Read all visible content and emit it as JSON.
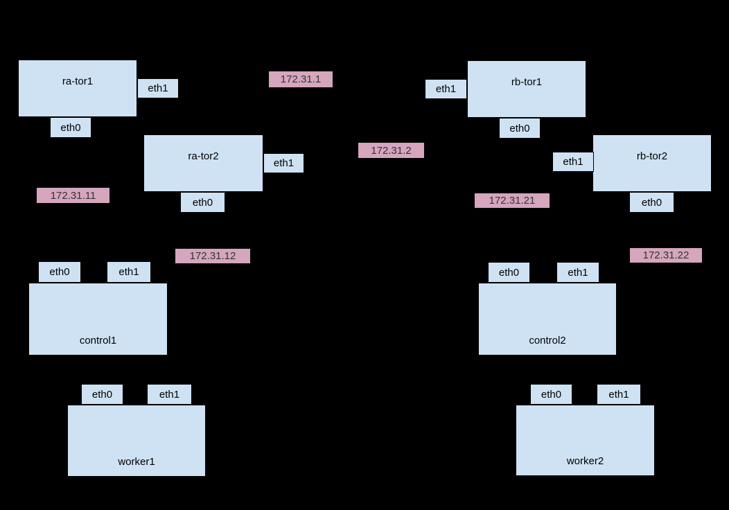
{
  "colors": {
    "background": "#000000",
    "node_fill": "#cfe2f3",
    "node_border": "#000000",
    "node_text": "#000000",
    "ip_fill": "#d5a6bd",
    "ip_text": "#333333"
  },
  "nodes": {
    "ra_tor1": {
      "label": "ra-tor1"
    },
    "ra_tor2": {
      "label": "ra-tor2"
    },
    "rb_tor1": {
      "label": "rb-tor1"
    },
    "rb_tor2": {
      "label": "rb-tor2"
    },
    "control1": {
      "label": "control1"
    },
    "control2": {
      "label": "control2"
    },
    "worker1": {
      "label": "worker1"
    },
    "worker2": {
      "label": "worker2"
    }
  },
  "ports": {
    "ra_tor1_eth0": "eth0",
    "ra_tor1_eth1": "eth1",
    "ra_tor2_eth0": "eth0",
    "ra_tor2_eth1": "eth1",
    "rb_tor1_eth0": "eth0",
    "rb_tor1_eth1": "eth1",
    "rb_tor2_eth0": "eth0",
    "rb_tor2_eth1": "eth1",
    "control1_eth0": "eth0",
    "control1_eth1": "eth1",
    "control2_eth0": "eth0",
    "control2_eth1": "eth1",
    "worker1_eth0": "eth0",
    "worker1_eth1": "eth1",
    "worker2_eth0": "eth0",
    "worker2_eth1": "eth1"
  },
  "ip_labels": {
    "ip_172_31_1": "172.31.1",
    "ip_172_31_2": "172.31.2",
    "ip_172_31_11": "172.31.11",
    "ip_172_31_12": "172.31.12",
    "ip_172_31_21": "172.31.21",
    "ip_172_31_22": "172.31.22"
  }
}
